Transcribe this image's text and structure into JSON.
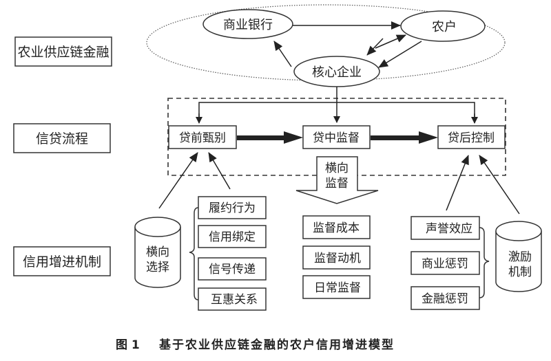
{
  "rows": {
    "row1": "农业供应链金融",
    "row2": "信贷流程",
    "row3": "信用增进机制"
  },
  "supply_chain": {
    "bank": "商业银行",
    "farmer": "农户",
    "core_enterprise": "核心企业"
  },
  "credit_process": {
    "pre_loan": "贷前甄别",
    "in_loan": "贷中监督",
    "post_loan": "贷后控制"
  },
  "horizontal_supervision": {
    "line1": "横向",
    "line2": "监督",
    "items": [
      "监督成本",
      "监督动机",
      "日常监督"
    ]
  },
  "horizontal_selection": {
    "line1": "横向",
    "line2": "选择",
    "items": [
      "履约行为",
      "信用绑定",
      "信号传递",
      "互惠关系"
    ]
  },
  "incentive_mechanism": {
    "line1": "激励",
    "line2": "机制",
    "items": [
      "声誉效应",
      "商业惩罚",
      "金融惩罚"
    ]
  },
  "caption": {
    "number": "图 1",
    "title": "基于农业供应链金融的农户信用增进模型"
  }
}
